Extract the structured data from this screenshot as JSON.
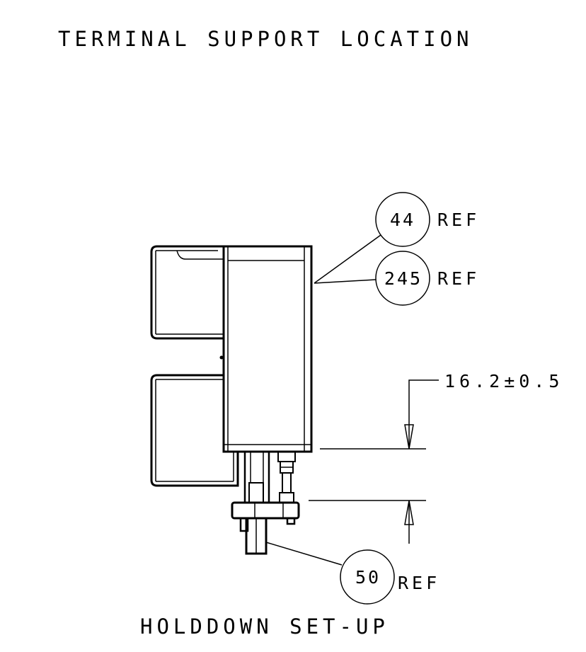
{
  "title": "TERMINAL SUPPORT LOCATION",
  "subtitle": "HOLDDOWN SET-UP",
  "balloons": [
    {
      "number": "44",
      "suffix": "REF"
    },
    {
      "number": "245",
      "suffix": "REF"
    },
    {
      "number": "50",
      "suffix": "REF"
    }
  ],
  "dimension": {
    "value": "16.2±0.5"
  }
}
